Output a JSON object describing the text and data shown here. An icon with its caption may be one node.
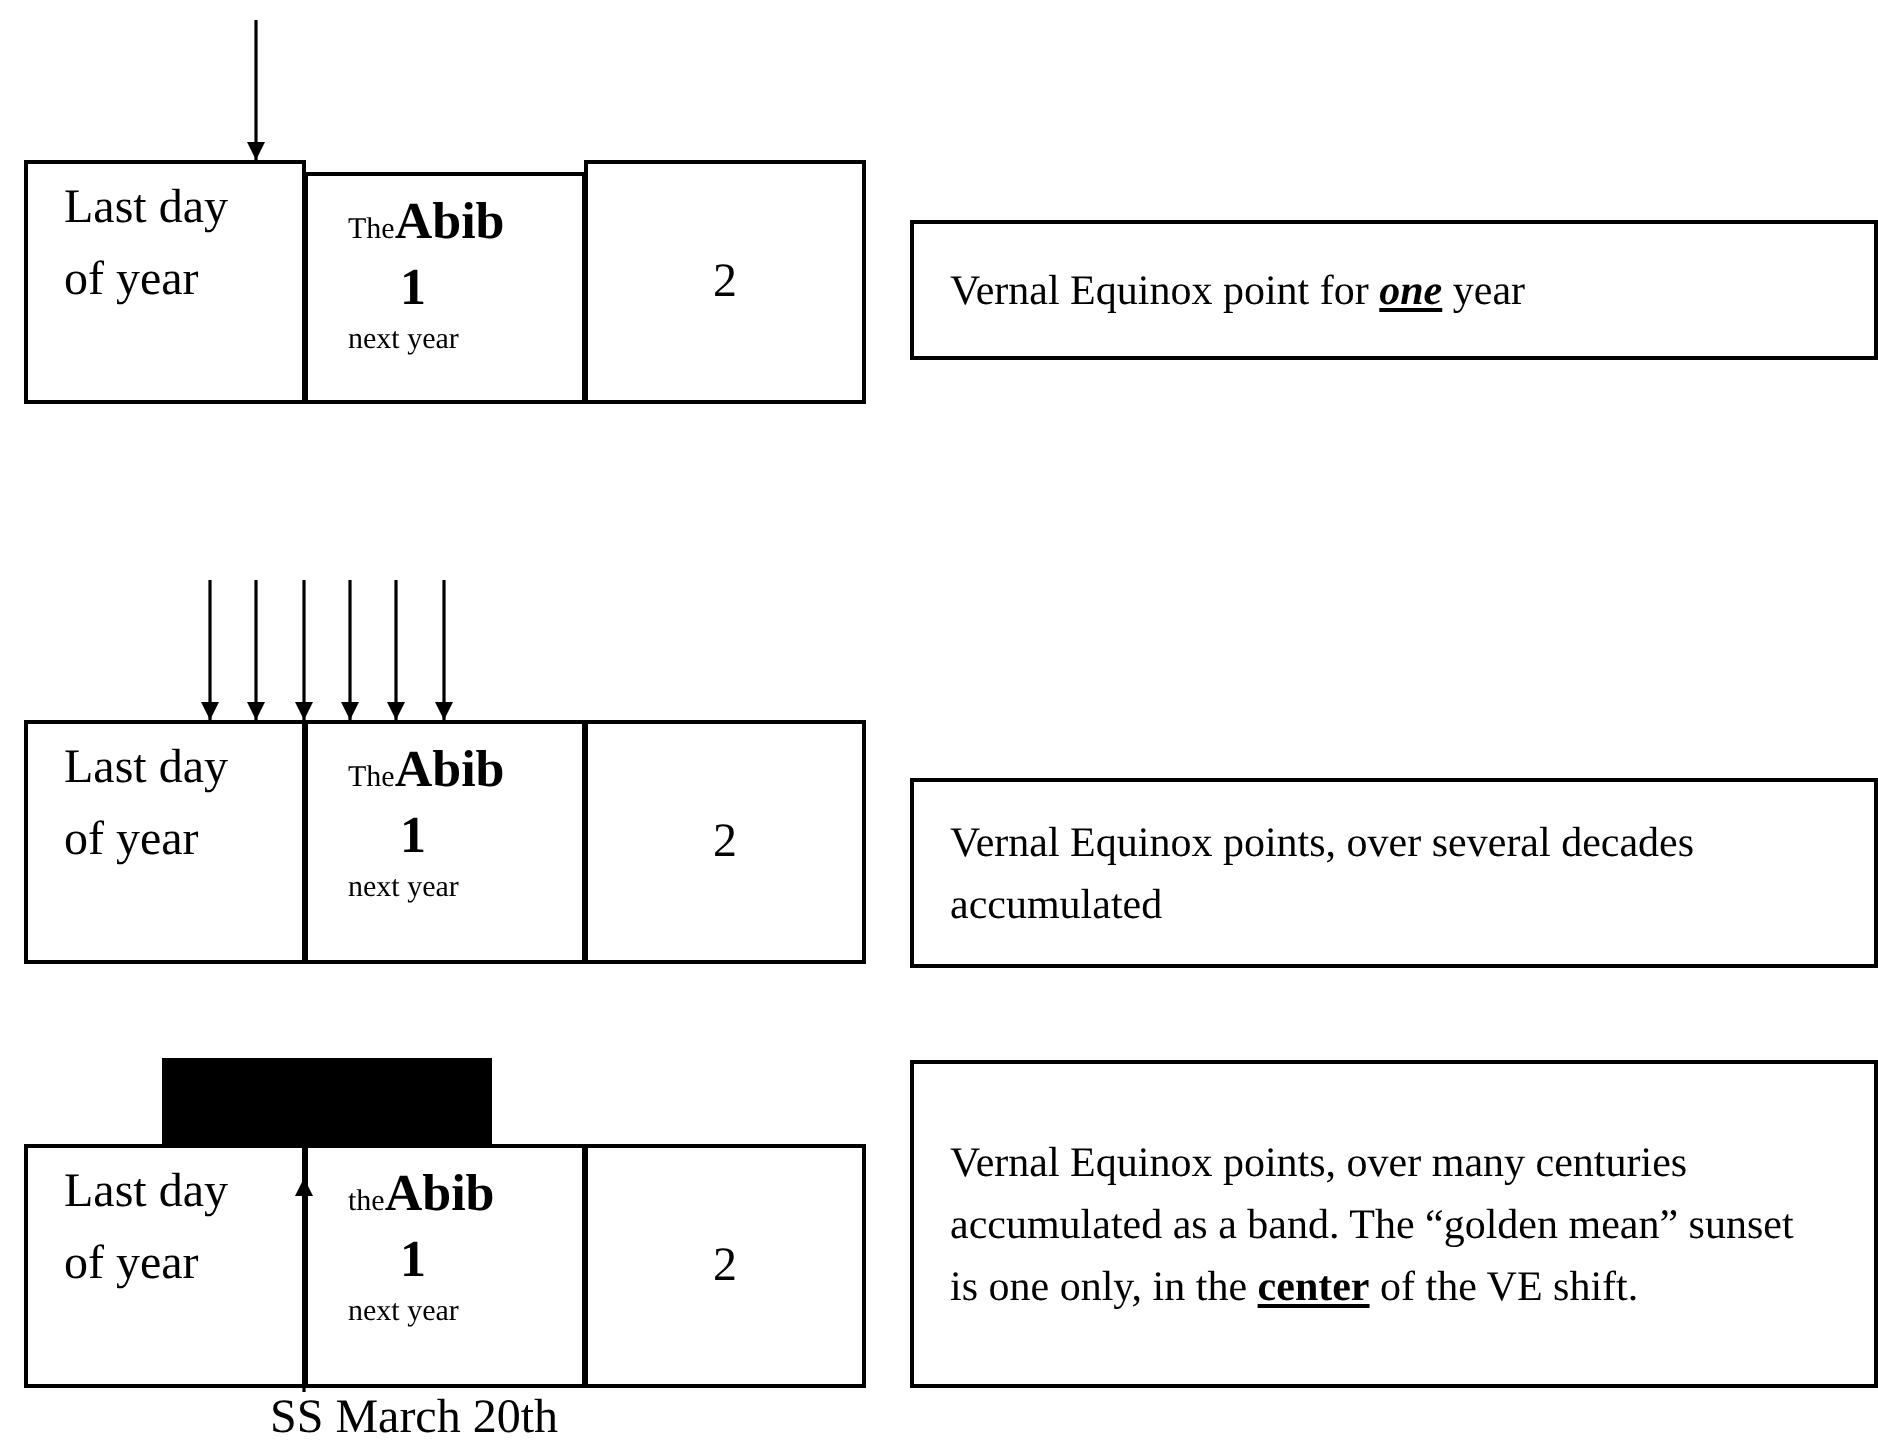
{
  "diagram": {
    "nodes": [
      {
        "text": [
          "Last day of year"
        ]
      },
      {
        "text": [
          "The**Abib**",
          "1",
          "next year"
        ]
      },
      {
        "text": [
          "2"
        ]
      },
      {
        "text": [
          "Vernal Equinox point for *one* year"
        ]
      },
      {
        "text": [
          "Last day of year"
        ]
      },
      {
        "text": [
          "The**Abib**",
          "1",
          "next year"
        ]
      },
      {
        "text": [
          "2"
        ]
      },
      {
        "text": [
          "Vernal Equinox points, over several decades accumulated"
        ]
      },
      {
        "text": [],
        "shape": "bar"
      },
      {
        "text": [
          "Last day of year"
        ]
      },
      {
        "text": [
          "the**Abib**",
          "1",
          "next year"
        ]
      },
      {
        "text": [
          "2"
        ]
      },
      {
        "text": [
          "Vernal Equinox points, over many centuries accumulated as a band. The “golden mean”  sunset is one only, in the **center** of the VE shift."
        ]
      },
      {
        "text": [
          "SS March 20th"
        ]
      }
    ],
    "edges": [
      {
        "from": null,
        "to": 0,
        "arrow": "to"
      },
      {
        "from": null,
        "to": 4,
        "arrow": "to"
      },
      {
        "from": null,
        "to": 4,
        "arrow": "to"
      },
      {
        "from": null,
        "to": 5,
        "arrow": "to"
      },
      {
        "from": null,
        "to": 5,
        "arrow": "to"
      },
      {
        "from": null,
        "to": 5,
        "arrow": "to"
      },
      {
        "from": null,
        "to": 5,
        "arrow": "to"
      },
      {
        "from": 13,
        "to": 8,
        "arrow": "to"
      }
    ]
  }
}
